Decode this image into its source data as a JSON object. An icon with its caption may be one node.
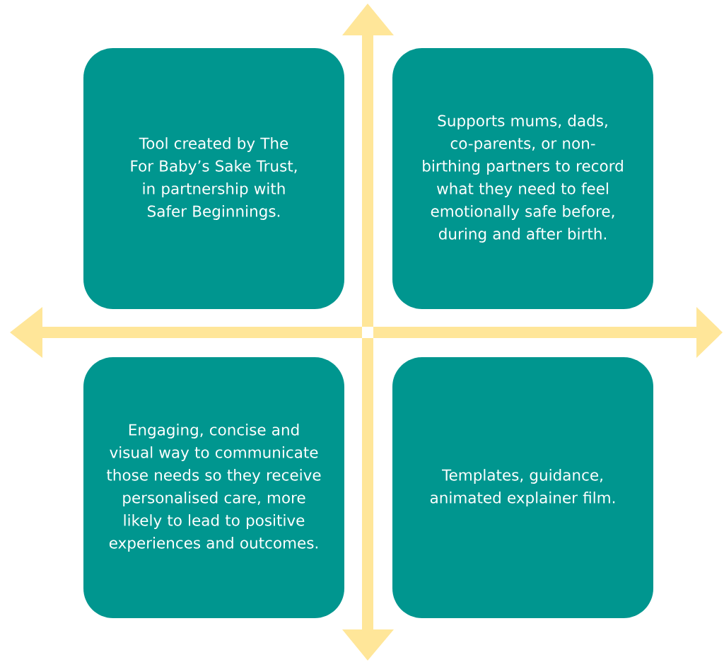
{
  "diagram": {
    "nodes": [
      {
        "text": [
          "Tool created by The For Baby’s Sake Trust, in partnership with Safer Beginnings."
        ]
      },
      {
        "text": [
          "Supports mums, dads, co-parents, or non-birthing partners to record what they need to feel emotionally safe before, during and after birth."
        ]
      },
      {
        "text": [
          "Engaging, concise and visual way to communicate those needs so they receive personalised care, more likely to lead to positive experiences and outcomes."
        ]
      },
      {
        "text": [
          "Templates, guidance, animated explainer film."
        ]
      }
    ]
  }
}
